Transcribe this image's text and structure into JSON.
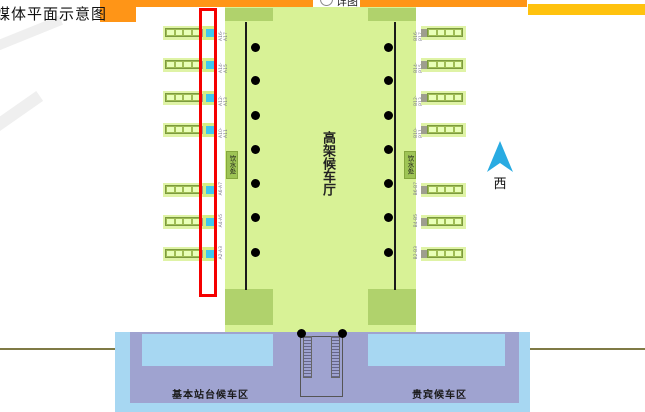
{
  "title": "媒体平面示意图",
  "toolbar": {
    "detail_label": "详图"
  },
  "hall": {
    "label": "高架候车厅"
  },
  "water_station_label": "饮水处",
  "compass": {
    "label": "西"
  },
  "waiting_areas": {
    "platform_left": "基本站台候车区",
    "vip_right": "贵宾候车区"
  },
  "left_gates": [
    "A16-A17",
    "A14-A15",
    "A12-A13",
    "A10-A11",
    "A6-A7",
    "A4-A5",
    "A2-A3"
  ],
  "right_gates": [
    "B16-B17",
    "B14-B15",
    "B12-B13",
    "B10-B11",
    "B6-B7",
    "B4-B5",
    "B2-B3"
  ],
  "colors": {
    "header_orange": "#ff9517",
    "header_yellow": "#ffc20e",
    "hall_green": "#d8f296",
    "corner_green": "#b0d26c",
    "platform_green": "#9fbc55",
    "media_spot_cyan": "#3ec7f0",
    "highlight_red": "#f50000",
    "waiting_purple": "#9fa3d0",
    "waiting_blue": "#a7d7f2",
    "compass_blue": "#29abe2",
    "page_line_olive": "#7f7a45"
  }
}
